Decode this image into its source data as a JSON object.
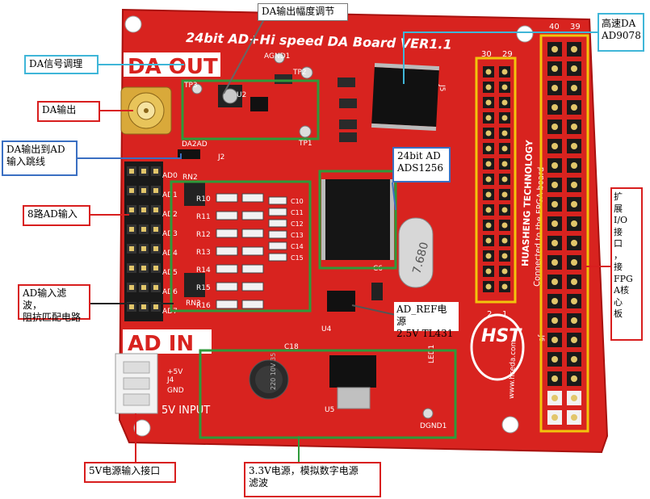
{
  "board": {
    "title": "24bit AD+Hi speed DA Board VER1.1",
    "da_out": "DA OUT",
    "ad_in": "AD IN",
    "vendor_line1": "HUASHENG TECHNOLOGY",
    "vendor_line2": "Connected to the FPGA board",
    "logo": "HST",
    "website": "www.hseda.com",
    "input_text": "5V INPUT",
    "silk": {
      "agnd1": "AGND1",
      "dgnd1": "DGND1",
      "tp1": "TP1",
      "tp2": "TP2",
      "tp3": "TP3",
      "u2": "U2",
      "u4": "U4",
      "u5": "U5",
      "j2": "J2",
      "j4": "J4",
      "j5": "J5",
      "j6": "J6",
      "da2ad": "DA2AD",
      "rn2": "RN2",
      "rn3": "RN3",
      "p30": "30",
      "p29": "29",
      "p2": "2",
      "p1": "1",
      "p40": "40",
      "p39": "39",
      "plus5v": "+5V",
      "gnd": "GND",
      "led1": "LED1",
      "c18": "C18",
      "c6": "C6",
      "ad_pins": [
        "AD0",
        "AD1",
        "AD2",
        "AD3",
        "AD4",
        "AD5",
        "AD6",
        "AD7"
      ],
      "r_labels": [
        "R10",
        "R11",
        "R12",
        "R13",
        "R14",
        "R15",
        "R16"
      ],
      "c_labels": [
        "C10",
        "C11",
        "C12",
        "C13",
        "C14",
        "C15"
      ],
      "cap_text": "220 10V 35",
      "crystal_text": "7.680"
    }
  },
  "annotations": {
    "da_amplitude": "DA输出幅度调节",
    "hs_da_line1": "高速DA",
    "hs_da_line2": "AD9078",
    "da_signal": "DA信号调理",
    "da_output": "DA输出",
    "da_to_ad_line1": "DA输出到AD",
    "da_to_ad_line2": "输入跳线",
    "ad24_line1": "24bit AD",
    "ad24_line2": "ADS1256",
    "ad8": "8路AD输入",
    "ad_filter_line1": "AD输入滤波，",
    "ad_filter_line2": "阻抗匹配电路",
    "ad_ref_line1": "AD_REF电源",
    "ad_ref_line2": "2.5V TL431",
    "expansion": [
      "扩",
      "展",
      "I/O",
      "接",
      "口",
      "，",
      "接",
      "FPG",
      "A核",
      "心",
      "板"
    ],
    "power_5v": "5V电源输入接口",
    "power_33_line1": "3.3V电源，模拟数字电源",
    "power_33_line2": "滤波"
  },
  "colors": {
    "pcb": "#d8231f",
    "pcb_dark": "#b51814",
    "box_green": "#2e9a3a",
    "box_yellow": "#f2c40c",
    "cyan": "#3fb6d8",
    "red": "#d81e1e",
    "blue": "#3a6fc2"
  }
}
